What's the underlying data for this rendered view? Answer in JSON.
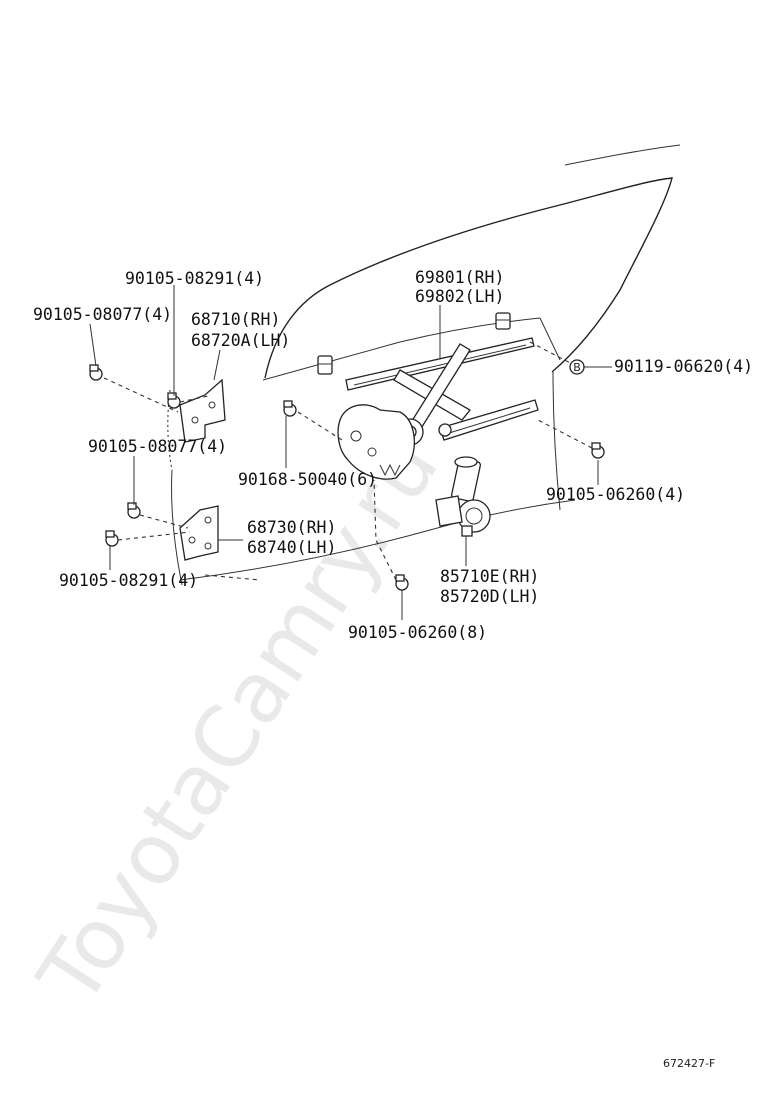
{
  "labels": {
    "bolt_top_a": "90105-08291(4)",
    "bolt_top_b": "90105-08077(4)",
    "hinge_upper_rh": "68710(RH)",
    "hinge_upper_lh": "68720A(LH)",
    "regulator_rh": "69801(RH)",
    "regulator_lh": "69802(LH)",
    "bolt_b": "90119-06620(4)",
    "bolt_mid_a": "90105-08077(4)",
    "bolt_regulator": "90168-50040(6)",
    "bolt_motor_right": "90105-06260(4)",
    "hinge_lower_rh": "68730(RH)",
    "hinge_lower_lh": "68740(LH)",
    "bolt_bottom_a": "90105-08291(4)",
    "motor_rh": "85710E(RH)",
    "motor_lh": "85720D(LH)",
    "bolt_bottom_b": "90105-06260(8)",
    "marker_b": "B"
  },
  "watermark": "ToyotaCamry.ru",
  "figure_code": "672427-F"
}
